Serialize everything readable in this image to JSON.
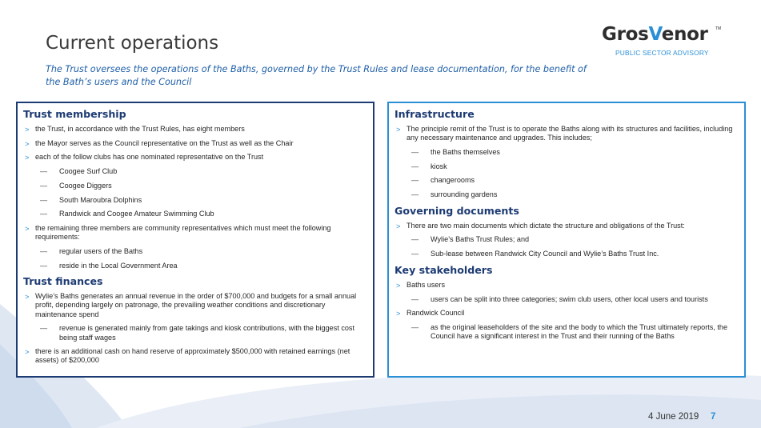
{
  "header": {
    "title": "Current operations",
    "subtitle": "The Trust oversees the operations of the Baths, governed by the Trust Rules and lease documentation, for the benefit of the Bath’s users and the Council"
  },
  "logo": {
    "word_pre": "Gros",
    "word_v": "V",
    "word_post": "enor",
    "trademark": "TM",
    "tagline": "PUBLIC SECTOR ADVISORY"
  },
  "colors": {
    "accent_blue": "#2b8fd6",
    "navy": "#1d3b73",
    "title_grey": "#3a3a3a"
  },
  "marker_glyphs": {
    "bullet": ">",
    "dash": "—"
  },
  "left_panel": {
    "membership_heading": "Trust membership",
    "membership_bullets": [
      "the Trust, in accordance with the Trust Rules, has eight members",
      "the Mayor serves as the Council representative on the Trust as well as the Chair",
      "each of the follow clubs has one nominated representative on the Trust"
    ],
    "clubs": [
      "Coogee Surf Club",
      "Coogee Diggers",
      "South Maroubra Dolphins",
      "Randwick and Coogee Amateur Swimming Club"
    ],
    "community_bullet": "the remaining three members are community representatives which must meet the following requirements:",
    "requirements": [
      "regular users of the Baths",
      "reside in the Local Government Area"
    ],
    "finances_heading": "Trust finances",
    "finances_bullet_1": "Wylie’s Baths generates an annual revenue in the order of $700,000 and budgets for a small annual profit, depending largely on patronage, the prevailing weather conditions and discretionary maintenance spend",
    "finances_sub_1": "revenue is generated mainly from gate takings and kiosk contributions, with the biggest cost being staff wages",
    "finances_bullet_2": "there is an additional cash on hand reserve of approximately $500,000 with retained earnings (net assets) of $200,000"
  },
  "right_panel": {
    "infrastructure_heading": "Infrastructure",
    "infrastructure_bullet": "The principle remit of the Trust is to operate the Baths along with its structures and facilities, including any necessary maintenance and upgrades. This includes;",
    "infrastructure_items": [
      "the Baths themselves",
      "kiosk",
      "changerooms",
      "surrounding gardens"
    ],
    "governing_heading": "Governing documents",
    "governing_bullet": "There are two main documents which dictate the structure and obligations of the Trust:",
    "governing_items": [
      "Wylie’s Baths Trust Rules; and",
      "Sub-lease between Randwick City Council and Wylie’s Baths Trust Inc."
    ],
    "stakeholders_heading": "Key stakeholders",
    "stakeholder_1": "Baths users",
    "stakeholder_1_sub": "users can be split into three categories; swim club users, other local users and tourists",
    "stakeholder_2": "Randwick Council",
    "stakeholder_2_sub": "as the original leaseholders of the site and the body to which the Trust ultimately reports, the Council have a significant interest in the Trust and their running of the Baths"
  },
  "footer": {
    "date": "4 June 2019",
    "page_number": "7"
  }
}
